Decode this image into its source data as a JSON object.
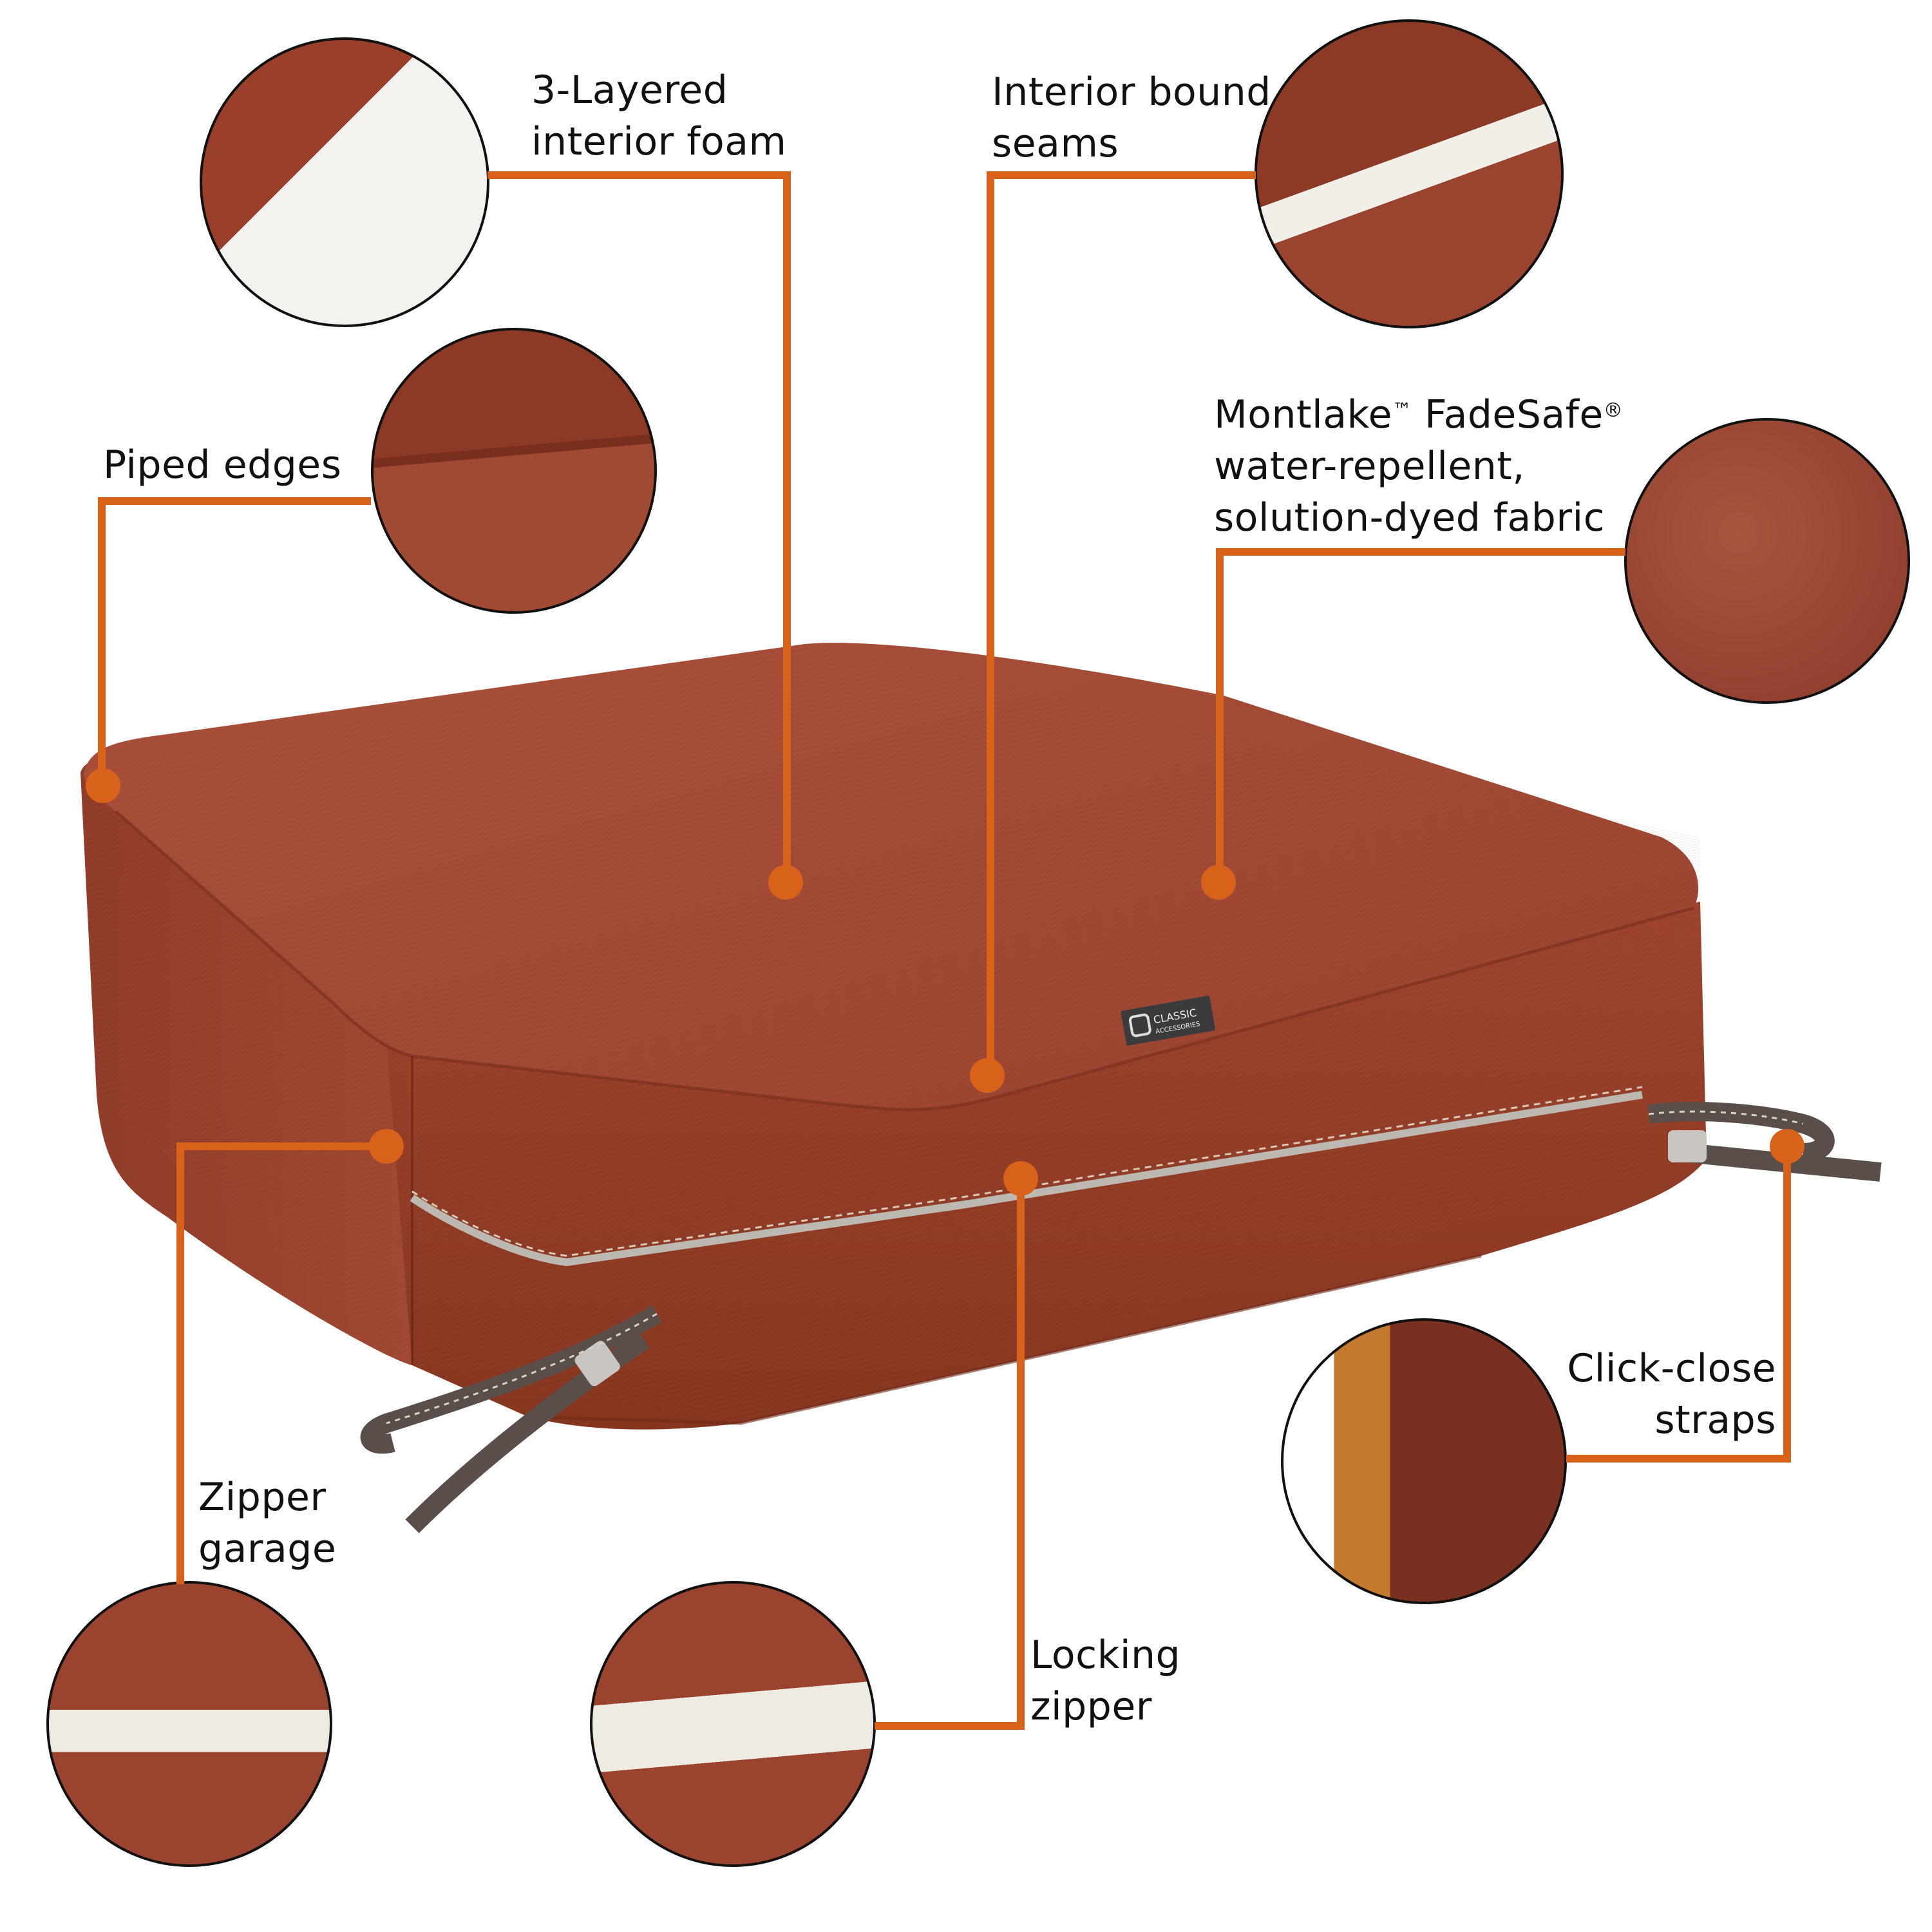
{
  "product": {
    "brand_tag_line1": "CLASSIC",
    "brand_tag_line2": "ACCESSORIES",
    "fabric_color": "#a4472f",
    "fabric_shadow": "#7f3522",
    "fabric_highlight": "#b75a3f",
    "zipper_color": "#bdb8b2",
    "strap_color": "#5a4e4a",
    "buckle_color": "#c9c6c1"
  },
  "theme": {
    "callout_color": "#d8621a",
    "circle_border": "#111111",
    "text_color": "#111111"
  },
  "callouts": [
    {
      "id": "foam",
      "lines": [
        "3-Layered",
        "interior foam"
      ]
    },
    {
      "id": "seams",
      "lines": [
        "Interior bound",
        "seams"
      ]
    },
    {
      "id": "piped",
      "lines": [
        "Piped edges"
      ]
    },
    {
      "id": "fabric",
      "line1_a": "Montlake",
      "line1_tm": "™",
      "line1_b": "FadeSafe",
      "line1_reg": "®",
      "lines": [
        "water-repellent,",
        "solution-dyed fabric"
      ]
    },
    {
      "id": "straps",
      "lines": [
        "Click-close",
        "straps"
      ]
    },
    {
      "id": "garage",
      "lines": [
        "Zipper",
        "garage"
      ]
    },
    {
      "id": "locking",
      "lines": [
        "Locking",
        "zipper"
      ]
    }
  ]
}
